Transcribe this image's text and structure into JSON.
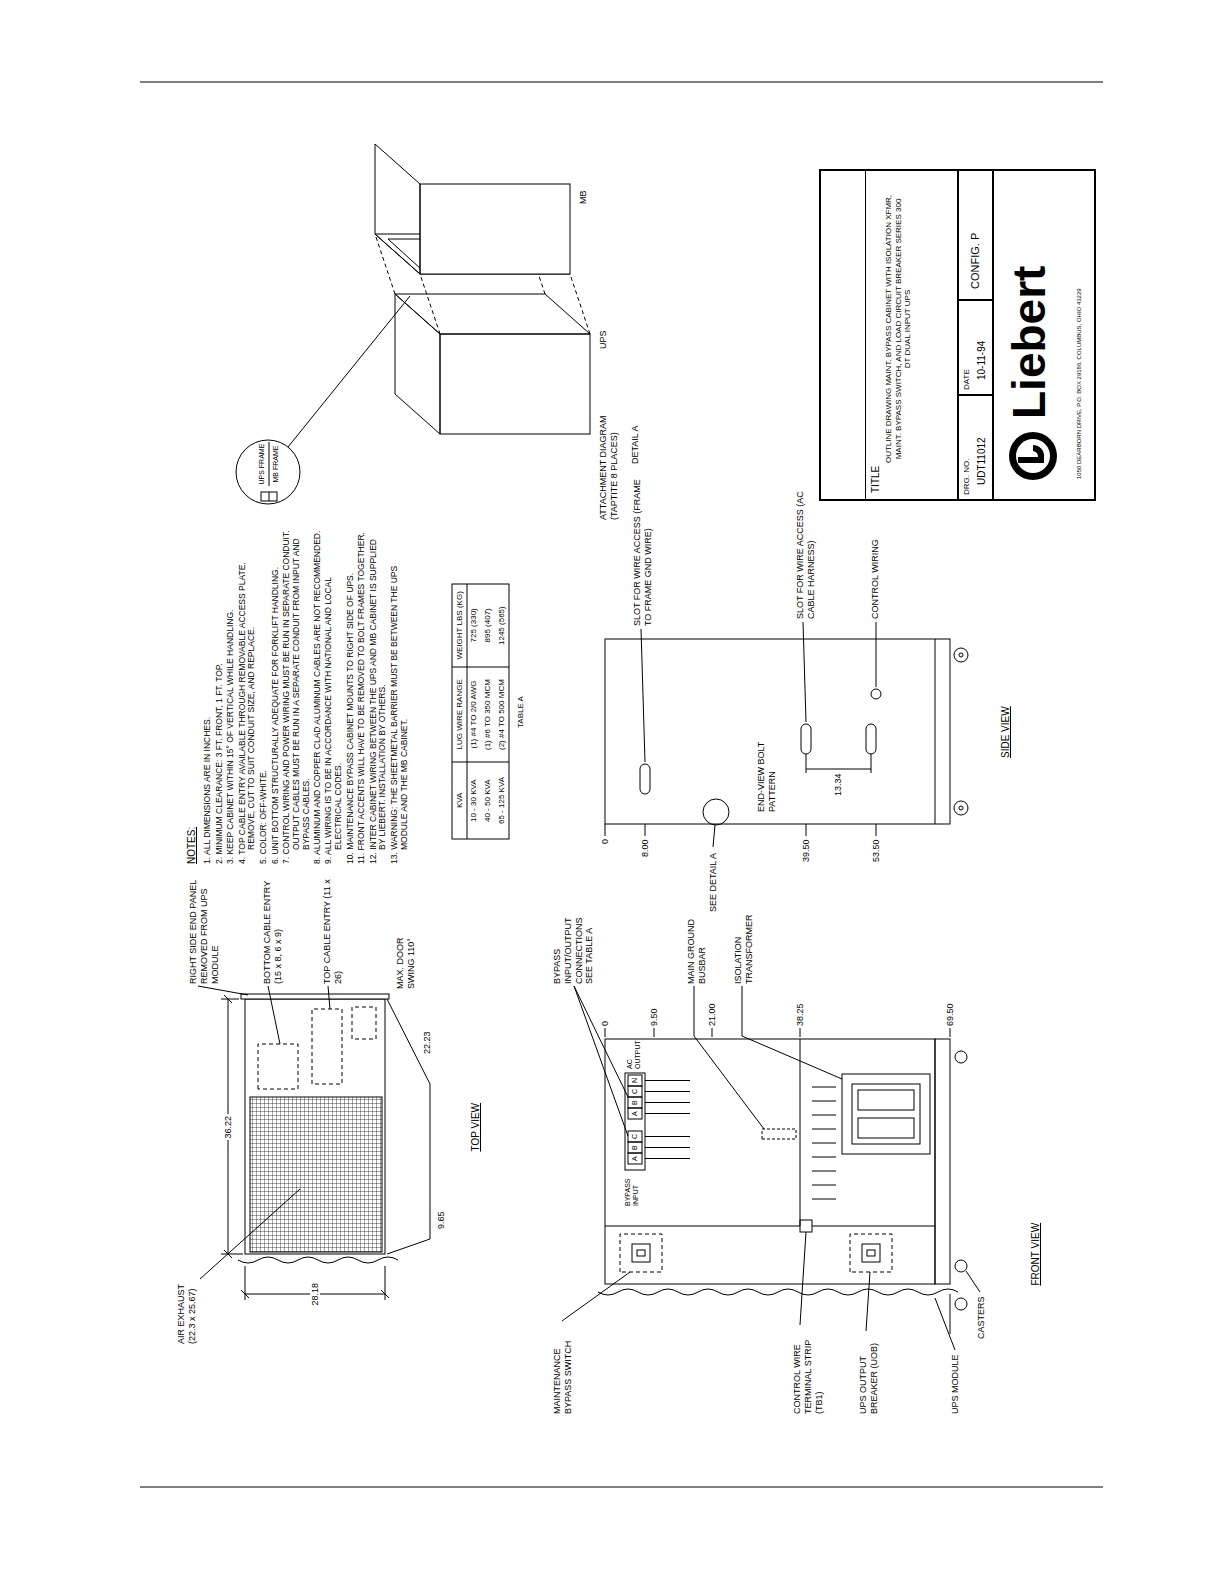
{
  "diagram": {
    "nodes": [
      {
        "text": [
          "TITLE",
          "OUTLINE DRAWING MAINT. BYPASS CABINET WITH ISOLATION XFMR, MAINT. BYPASS SWITCH, AND LOAD CIRCUIT BREAKER SERIES 300 DT DUAL INPUT UPS"
        ]
      },
      {
        "text": [
          "DRG. NO.",
          "UDT11012"
        ]
      },
      {
        "text": [
          "DATE",
          "10-11-94"
        ]
      },
      {
        "text": [
          "CONFIG. P"
        ]
      },
      {
        "text": [
          "Liebert",
          "1050 DEARBORN DRIVE, P.O. BOX 29186, COLUMBUS, OHIO 43229"
        ]
      }
    ],
    "labels": [
      "AIR EXHAUST (22.3 x 25.67)",
      "36.22",
      "28.18",
      "9.65",
      "22.23",
      "MAX. DOOR SWING 110°",
      "TOP VIEW",
      "RIGHT SIDE END PANEL REMOVED FROM UPS MODULE",
      "BOTTOM CABLE ENTRY (15 x 8, 6 x 9)",
      "TOP CABLE ENTRY (11 x 26)",
      "NOTES:",
      "1. ALL DIMENSIONS ARE IN INCHES.",
      "2. MINIMUM CLEARANCE: 3 FT. FRONT, 1 FT. TOP.",
      "3. KEEP CABINET WITHIN 15° OF VERTICAL WHILE HANDLING.",
      "4. TOP CABLE ENTRY AVAILABLE THROUGH REMOVABLE ACCESS PLATE. REMOVE, CUT TO SUIT CONDUIT SIZE, AND REPLACE.",
      "5. COLOR: OFF-WHITE.",
      "6. UNIT BOTTOM STRUCTURALLY ADEQUATE FOR FORKLIFT HANDLING.",
      "7. CONTROL WIRING AND POWER WIRING MUST BE RUN IN SEPARATE CONDUIT. OUTPUT CABLES MUST BE RUN IN A SEPARATE CONDUIT FROM INPUT AND BYPASS CABLES.",
      "8. ALUMINUM AND COPPER CLAD ALUMINUM CABLES ARE NOT RECOMMENDED.",
      "9. ALL WIRING IS TO BE IN ACCORDANCE WITH NATIONAL AND LOCAL ELECTRICAL CODES.",
      "10. MAINTENANCE BYPASS CABINET MOUNTS TO RIGHT SIDE OF UPS.",
      "11. FRONT ACCENTS WILL HAVE TO BE REMOVED TO BOLT FRAMES TOGETHER.",
      "12. INTER CABINET WIRING BETWEEN THE UPS AND MB CABINET IS SUPPLIED BY LIEBERT. INSTALLATION BY OTHERS.",
      "13. WARNING: THE SHEETMETAL BARRIER MUST BE BETWEEN THE UPS MODULE AND THE MB CABINET.",
      "KVA",
      "LUG WIRE RANGE",
      "WEIGHT LBS (KG)",
      "10 - 30 KVA",
      "(1) #4 TO 2/0 AWG",
      "725 (330)",
      "40 - 50 KVA",
      "(1) #6 TO 350 MCM",
      "895 (407)",
      "65 - 125 KVA",
      "(2) #4 TO 500 MCM",
      "1245 (565)",
      "TABLE A",
      "MAINTENANCE BYPASS SWITCH",
      "CONTROL WIRE TERMINAL STRIP (TB1)",
      "UPS OUTPUT BREAKER (UOB)",
      "UPS MODULE",
      "CASTERS",
      "BYPASS INPUT/OUTPUT CONNECTIONS SEE TABLE A",
      "MAIN GROUND BUSBAR",
      "ISOLATION TRANSFORMER",
      "0",
      "9.50",
      "21.00",
      "38.25",
      "69.50",
      "BYPASS INPUT",
      "A",
      "B",
      "C",
      "A",
      "B",
      "C",
      "N",
      "AC OUTPUT",
      "FRONT VIEW",
      "0",
      "8.00",
      "39.50",
      "53.50",
      "13.34",
      "END-VIEW BOLT PATTERN",
      "SEE DETAIL A",
      "SLOT FOR WIRE ACCESS (FRAME TO FRAME GND WIRE)",
      "SLOT FOR WIRE ACCESS (AC CABLE HARNESS)",
      "CONTROL WIRING",
      "SIDE VIEW",
      "UPS FRAME",
      "MB FRAME",
      "ATTACHMENT DIAGRAM (TAPTITE 8 PLACES)",
      "DETAIL A",
      "UPS",
      "MB"
    ]
  }
}
